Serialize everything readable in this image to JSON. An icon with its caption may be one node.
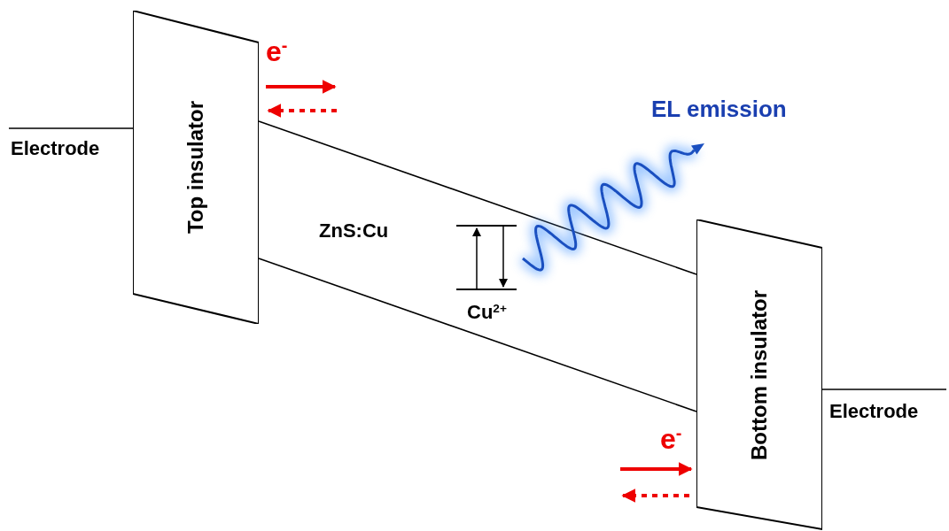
{
  "diagram": {
    "nodes": [
      {
        "text": [
          "Top insulator"
        ]
      },
      {
        "text": [
          "Bottom insulator"
        ]
      },
      {
        "text": [],
        "shape": "bar",
        "beside": [
          "ZnS:Cu"
        ]
      },
      {
        "text": [],
        "shape": "bar",
        "beside": [
          "Cu$^{2+}$"
        ]
      }
    ],
    "edges": [
      {
        "from": 0,
        "to": 1,
        "arrow": "none"
      },
      {
        "from": 0,
        "to": 1,
        "arrow": "none"
      },
      {
        "from": 3,
        "to": 2,
        "arrow": "to"
      },
      {
        "from": 2,
        "to": 3,
        "arrow": "to"
      },
      {
        "from": 0,
        "to": null,
        "arrow": "to",
        "style": "thick",
        "color": "#ee0000"
      },
      {
        "from": null,
        "to": 0,
        "arrow": "to",
        "style": "dashed",
        "color": "#ee0000"
      },
      {
        "from": null,
        "to": 1,
        "arrow": "to",
        "style": "thick",
        "color": "#ee0000"
      },
      {
        "from": 1,
        "to": null,
        "arrow": "to",
        "style": "dashed",
        "color": "#ee0000"
      }
    ],
    "labels": [
      "e$^{-}$",
      "Electrode",
      "EL emission",
      "Electrode",
      "e$^{-}$"
    ]
  }
}
